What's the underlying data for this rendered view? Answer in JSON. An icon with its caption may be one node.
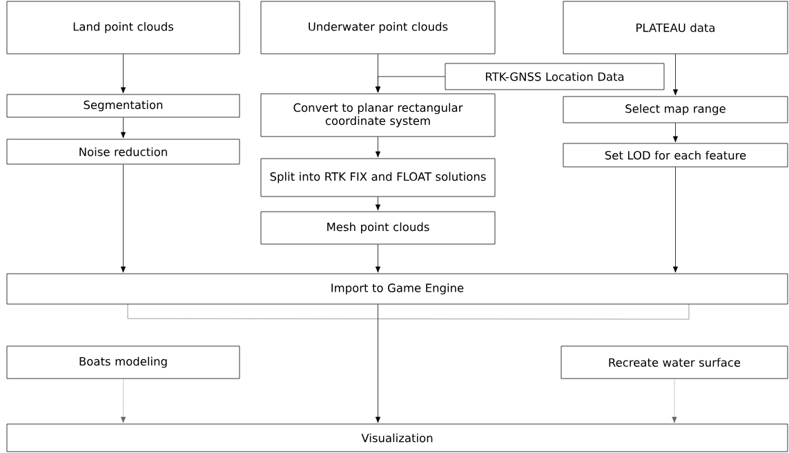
{
  "diagram": {
    "nodes": [
      {
        "text": [
          "Land point clouds"
        ]
      },
      {
        "text": [
          "Underwater point clouds"
        ]
      },
      {
        "text": [
          "PLATEAU data"
        ]
      },
      {
        "text": [
          "RTK-GNSS Location Data"
        ]
      },
      {
        "text": [
          "Segmentation"
        ]
      },
      {
        "text": [
          "Convert to planar rectangular coordinate system"
        ]
      },
      {
        "text": [
          "Select map range"
        ]
      },
      {
        "text": [
          "Noise reduction"
        ]
      },
      {
        "text": [
          "Split into RTK FIX and FLOAT solutions"
        ]
      },
      {
        "text": [
          "Set LOD for each feature"
        ]
      },
      {
        "text": [
          "Mesh point clouds"
        ]
      },
      {
        "text": [
          "Import to Game Engine"
        ]
      },
      {
        "text": [
          "Boats modeling"
        ]
      },
      {
        "text": [
          "Recreate water surface"
        ]
      },
      {
        "text": [
          "Visualization"
        ]
      }
    ],
    "edges": [
      {
        "from": 0,
        "to": 4,
        "arrow": "to"
      },
      {
        "from": 4,
        "to": 7,
        "arrow": "to"
      },
      {
        "from": 7,
        "to": 11,
        "arrow": "to"
      },
      {
        "from": 1,
        "to": 5,
        "arrow": "to"
      },
      {
        "from": 3,
        "to": 5,
        "arrow": "to"
      },
      {
        "from": 5,
        "to": 8,
        "arrow": "to"
      },
      {
        "from": 8,
        "to": 10,
        "arrow": "to"
      },
      {
        "from": 10,
        "to": 11,
        "arrow": "to"
      },
      {
        "from": 2,
        "to": 6,
        "arrow": "to"
      },
      {
        "from": 6,
        "to": 9,
        "arrow": "to"
      },
      {
        "from": 9,
        "to": 11,
        "arrow": "to"
      },
      {
        "from": 11,
        "to": 14,
        "arrow": "to"
      },
      {
        "from": 12,
        "to": 14,
        "arrow": "to",
        "style": "dashed",
        "color": "#666666"
      },
      {
        "from": 13,
        "to": 14,
        "arrow": "to",
        "style": "dashed",
        "color": "#666666"
      }
    ]
  }
}
